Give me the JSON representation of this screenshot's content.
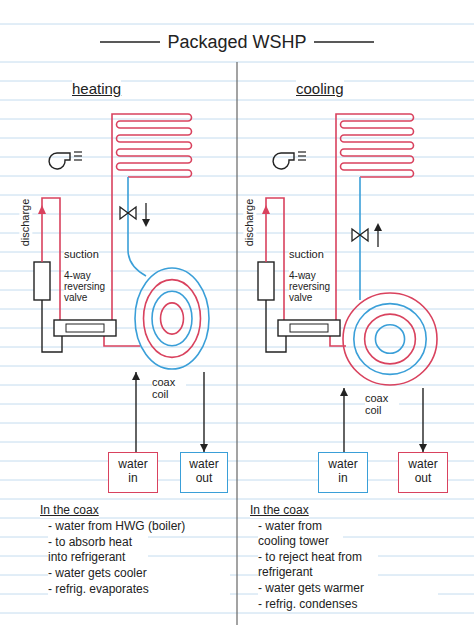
{
  "diagram": {
    "title": "Packaged WSHP",
    "nodes": [
      {
        "text": [
          "coax coil"
        ]
      },
      {
        "text": [
          "water in"
        ]
      },
      {
        "text": [
          "water out"
        ]
      },
      {
        "text": [
          "coax coil"
        ]
      },
      {
        "text": [
          "water in"
        ]
      },
      {
        "text": [
          "water out"
        ]
      }
    ],
    "edges": [
      {
        "from": 1,
        "to": 0,
        "arrow": "to"
      },
      {
        "from": 0,
        "to": 2,
        "arrow": "to"
      },
      {
        "from": 4,
        "to": 3,
        "arrow": "to"
      },
      {
        "from": 3,
        "to": 5,
        "arrow": "to"
      }
    ],
    "labels": [
      "heating",
      "cooling",
      "discharge",
      "suction",
      "4-way reversing valve",
      "discharge",
      "suction",
      "4-way reversing valve",
      "In the coax",
      "- water from HWG (boiler)",
      "- to absorb heat into refrigerant",
      "- water gets cooler",
      "- refrig. evaporates",
      "In the coax",
      "- water from cooling tower",
      "- to reject heat from refrigerant",
      "- water gets warmer",
      "- refrig. condenses"
    ]
  }
}
